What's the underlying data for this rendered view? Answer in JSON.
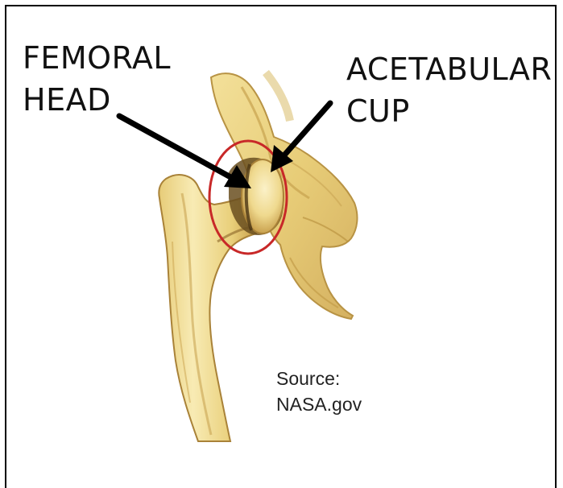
{
  "labels": {
    "femoral_head": [
      "FEMORAL",
      "HEAD"
    ],
    "acetabular_cup": [
      "ACETABULAR",
      "CUP"
    ]
  },
  "source": {
    "line1": "Source:",
    "line2": "NASA.gov"
  },
  "colors": {
    "bone_light": "#f6e6a6",
    "bone_mid": "#e3c46a",
    "bone_shadow": "#b58e3a",
    "bone_dark": "#6a4f20",
    "highlight_circle": "#c82828",
    "arrow": "#000000"
  }
}
